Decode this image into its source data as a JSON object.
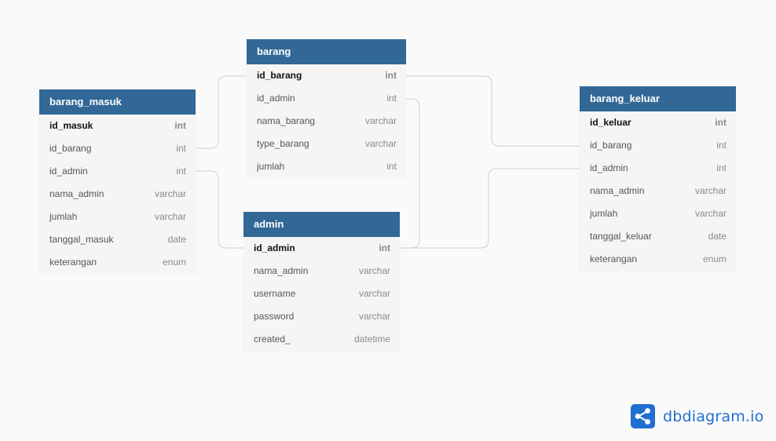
{
  "tables": [
    {
      "id": "barang_masuk",
      "name": "barang_masuk",
      "fields": [
        {
          "name": "id_masuk",
          "type": "int",
          "pk": true
        },
        {
          "name": "id_barang",
          "type": "int"
        },
        {
          "name": "id_admin",
          "type": "int"
        },
        {
          "name": "nama_admin",
          "type": "varchar"
        },
        {
          "name": "jumlah",
          "type": "varchar"
        },
        {
          "name": "tanggal_masuk",
          "type": "date"
        },
        {
          "name": "keterangan",
          "type": "enum"
        }
      ]
    },
    {
      "id": "barang",
      "name": "barang",
      "fields": [
        {
          "name": "id_barang",
          "type": "int",
          "pk": true
        },
        {
          "name": "id_admin",
          "type": "int"
        },
        {
          "name": "nama_barang",
          "type": "varchar"
        },
        {
          "name": "type_barang",
          "type": "varchar"
        },
        {
          "name": "jumlah",
          "type": "int"
        }
      ]
    },
    {
      "id": "admin",
      "name": "admin",
      "fields": [
        {
          "name": "id_admin",
          "type": "int",
          "pk": true
        },
        {
          "name": "nama_admin",
          "type": "varchar"
        },
        {
          "name": "username",
          "type": "varchar"
        },
        {
          "name": "password",
          "type": "varchar"
        },
        {
          "name": "created_",
          "type": "datetime"
        }
      ]
    },
    {
      "id": "barang_keluar",
      "name": "barang_keluar",
      "fields": [
        {
          "name": "id_keluar",
          "type": "int",
          "pk": true
        },
        {
          "name": "id_barang",
          "type": "int"
        },
        {
          "name": "id_admin",
          "type": "int"
        },
        {
          "name": "nama_admin",
          "type": "varchar"
        },
        {
          "name": "jumlah",
          "type": "varchar"
        },
        {
          "name": "tanggal_keluar",
          "type": "date"
        },
        {
          "name": "keterangan",
          "type": "enum"
        }
      ]
    }
  ],
  "logo": {
    "text": "dbdiagram.io",
    "icon": "share-icon"
  },
  "colors": {
    "header": "#316896",
    "link": "#cfcfcf",
    "brand": "#1f6fd1"
  }
}
